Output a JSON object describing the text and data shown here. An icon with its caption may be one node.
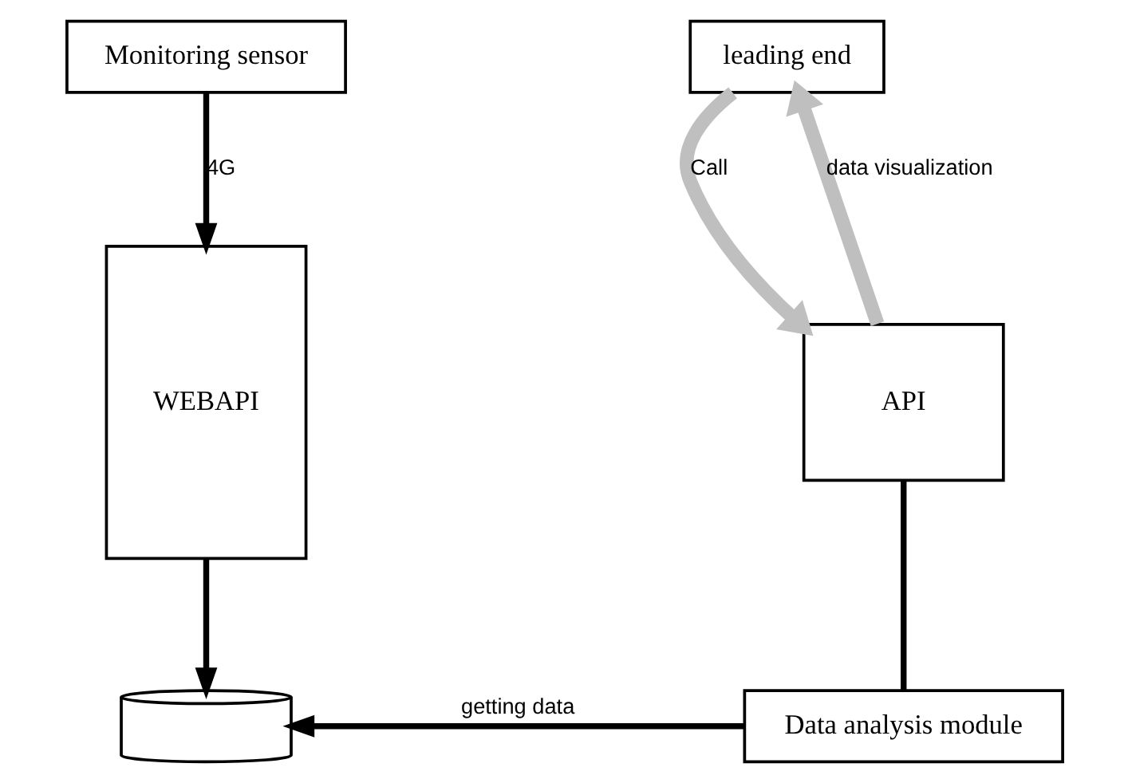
{
  "diagram": {
    "nodes": [
      {
        "text": [
          "Monitoring sensor"
        ]
      },
      {
        "text": [
          "leading end"
        ]
      },
      {
        "text": [
          "WEBAPI"
        ]
      },
      {
        "text": [
          "API"
        ]
      },
      {
        "text": [],
        "shape": "cylinder"
      },
      {
        "text": [
          "Data analysis module"
        ]
      }
    ],
    "edges": [
      {
        "from": 0,
        "to": 2,
        "arrow": "to",
        "label": "4G"
      },
      {
        "from": 1,
        "to": 3,
        "arrow": "to",
        "label": "Call",
        "style": "thick",
        "color": "#bfbfbf"
      },
      {
        "from": 3,
        "to": 1,
        "arrow": "to",
        "label": "data visualization",
        "style": "thick",
        "color": "#bfbfbf"
      },
      {
        "from": 2,
        "to": 4,
        "arrow": "to"
      },
      {
        "from": 5,
        "to": 4,
        "arrow": "to",
        "label": "getting data"
      },
      {
        "from": 5,
        "to": 3,
        "arrow": "none"
      }
    ]
  }
}
